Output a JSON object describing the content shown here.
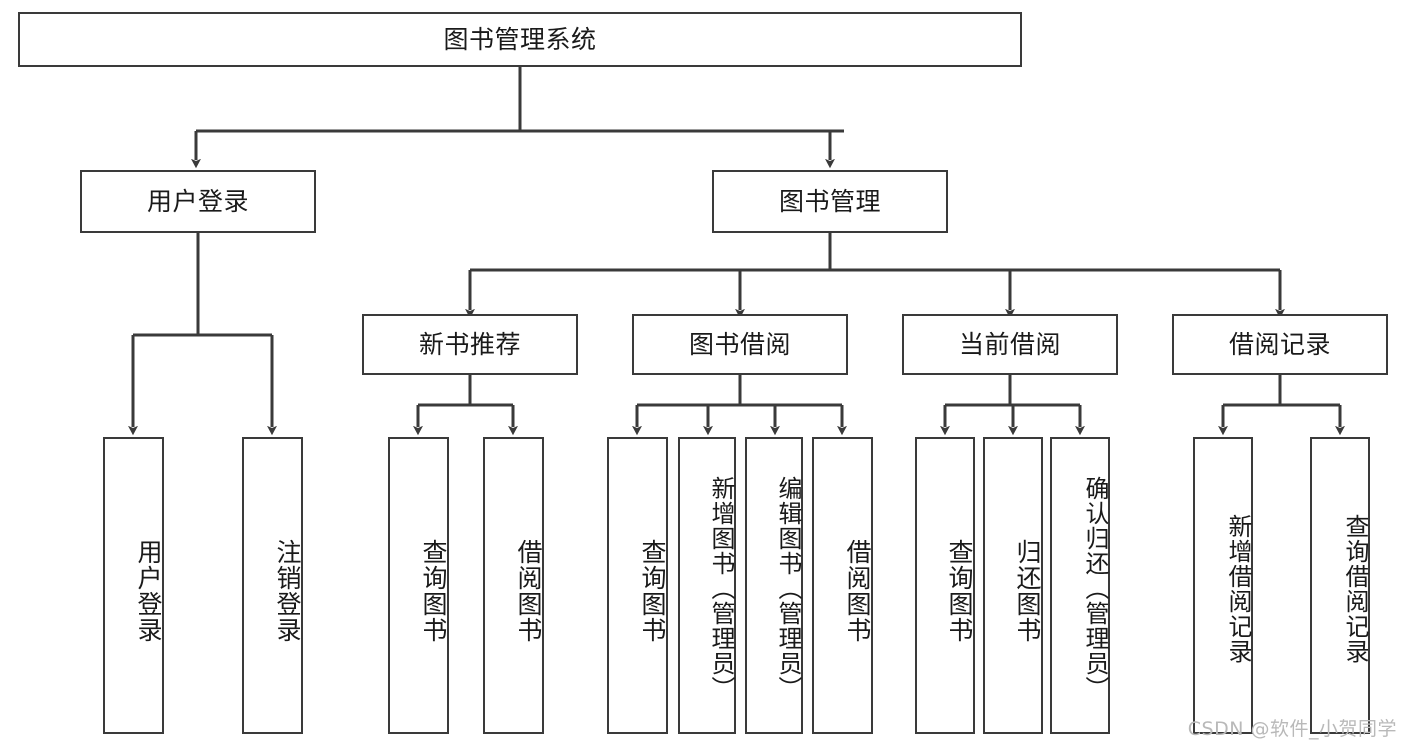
{
  "diagram": {
    "type": "tree-hierarchy-functional-decomposition",
    "title": "图书管理系统",
    "colors": {
      "background": "#ffffff",
      "stroke": "#3a3a3a",
      "text": "#1a1a1a",
      "watermark": "#b9b9b9"
    },
    "levels": {
      "root": {
        "label": "图书管理系统"
      },
      "level2": [
        {
          "id": "user-login",
          "label": "用户登录"
        },
        {
          "id": "book-manage",
          "label": "图书管理"
        }
      ],
      "level3": [
        {
          "id": "new-book-recommend",
          "label": "新书推荐"
        },
        {
          "id": "book-borrow",
          "label": "图书借阅"
        },
        {
          "id": "current-borrow",
          "label": "当前借阅"
        },
        {
          "id": "borrow-record",
          "label": "借阅记录"
        }
      ],
      "leaves": {
        "user-login": [
          {
            "id": "leaf-user-login",
            "label": "用户登录"
          },
          {
            "id": "leaf-logout-login",
            "label": "注销登录"
          }
        ],
        "new-book-recommend": [
          {
            "id": "leaf-query-book-1",
            "label": "查询图书"
          },
          {
            "id": "leaf-borrow-book-1",
            "label": "借阅图书"
          }
        ],
        "book-borrow": [
          {
            "id": "leaf-query-book-2",
            "label": "查询图书"
          },
          {
            "id": "leaf-add-book-admin",
            "label": "新增图书（管理员）"
          },
          {
            "id": "leaf-edit-book-admin",
            "label": "编辑图书（管理员）"
          },
          {
            "id": "leaf-borrow-book-2",
            "label": "借阅图书"
          }
        ],
        "current-borrow": [
          {
            "id": "leaf-query-book-3",
            "label": "查询图书"
          },
          {
            "id": "leaf-return-book",
            "label": "归还图书"
          },
          {
            "id": "leaf-confirm-return-admin",
            "label": "确认归还（管理员）"
          }
        ],
        "borrow-record": [
          {
            "id": "leaf-add-borrow-record",
            "label": "新增借阅记录"
          },
          {
            "id": "leaf-query-borrow-record",
            "label": "查询借阅记录"
          }
        ]
      }
    },
    "watermark": "CSDN @软件_小贺同学"
  }
}
